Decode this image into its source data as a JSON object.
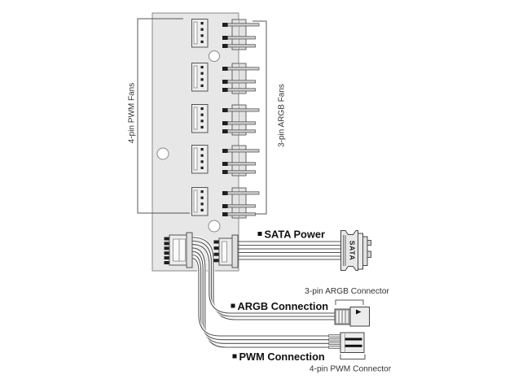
{
  "diagram": {
    "title": "fan-hub-wiring-diagram",
    "labels": {
      "pwm_fans": "4-pin PWM Fans",
      "argb_fans": "3-pin ARGB Fans",
      "sata_power": "SATA Power",
      "argb_connection": "ARGB Connection",
      "pwm_connection": "PWM Connection",
      "argb_connector": "3-pin ARGB Connector",
      "pwm_connector": "4-pin PWM Connector",
      "sata_text": "SATA"
    },
    "counts": {
      "pwm_fan_headers": 5,
      "argb_fan_headers": 5,
      "pins_per_pwm_header": 4,
      "pins_per_argb_header": 3,
      "pwm_cable_wires": 4,
      "argb_cable_wires": 3,
      "mounting_holes": 3
    },
    "colors": {
      "background": "#ffffff",
      "board_fill": "#e7e7e7",
      "board_stroke": "#8a8a8a",
      "outline": "#555555",
      "pin_dark": "#1f1f1f",
      "connector_fill": "#ededed",
      "text_dark": "#111111",
      "text_gray": "#333333"
    }
  }
}
